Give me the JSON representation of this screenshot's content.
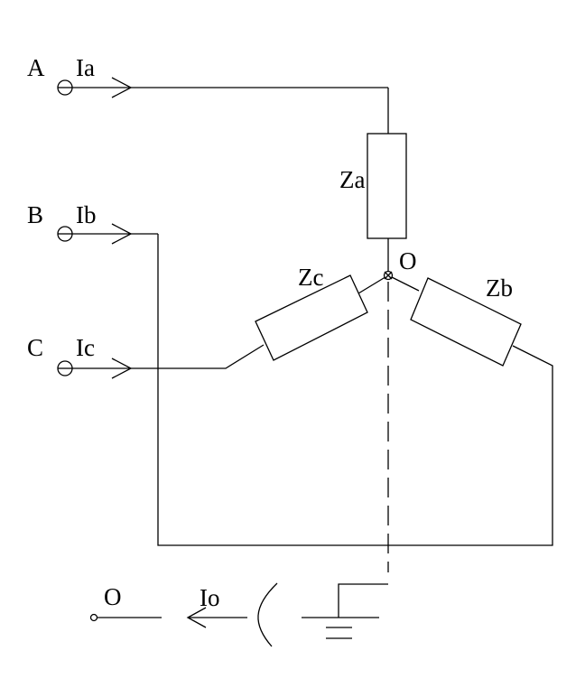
{
  "terminals": {
    "a": {
      "name": "A",
      "current": "Ia"
    },
    "b": {
      "name": "B",
      "current": "Ib"
    },
    "c": {
      "name": "C",
      "current": "Ic"
    }
  },
  "impedances": {
    "za": "Za",
    "zb": "Zb",
    "zc": "Zc"
  },
  "neutral": {
    "node_label": "O",
    "return_label": "O",
    "current": "Io"
  },
  "colors": {
    "line": "#000000",
    "background": "#ffffff"
  }
}
